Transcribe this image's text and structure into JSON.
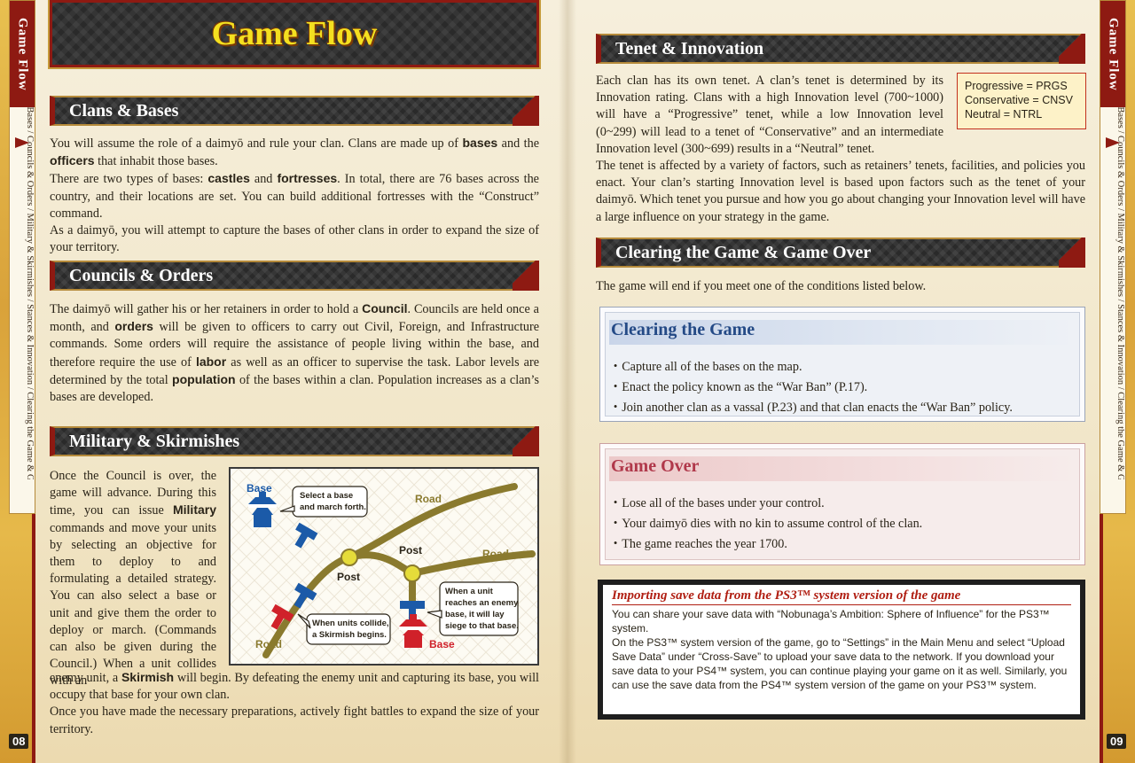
{
  "side_tab": {
    "title": "Game Flow",
    "subtitle": "Clans & Bases / Councils & Orders / Military & Skirmishes / Stances & Innovation / Clearing the Game & Game Over"
  },
  "page_numbers": {
    "left": "08",
    "right": "09"
  },
  "title": "Game Flow",
  "clans": {
    "header": "Clans & Bases",
    "p1_a": "You will assume the role of a daimyō and rule your clan. Clans are made up of ",
    "kw_bases": "bases",
    "p1_b": " and the ",
    "kw_officers": "officers",
    "p1_c": " that inhabit those bases.",
    "p2_a": "There are two types of bases: ",
    "kw_castles": "castles",
    "p2_b": " and ",
    "kw_fortresses": "fortresses",
    "p2_c": ". In total, there are 76 bases across the country, and their locations are set. You can build additional fortresses with the “Construct” command.",
    "p3": "As a daimyō, you will attempt to capture the bases of other clans in order to expand the size of your territory."
  },
  "councils": {
    "header": "Councils & Orders",
    "a": "The daimyō will gather his or her retainers in order to hold a ",
    "kw_council": "Council",
    "b": ". Councils are held once a month, and ",
    "kw_orders": "orders",
    "c": " will be given to officers to carry out Civil, Foreign, and Infrastructure commands. Some orders will require the assistance of people living within the base, and therefore require the use of ",
    "kw_labor": "labor",
    "d": " as well as an officer to supervise the task. Labor levels are determined by the total ",
    "kw_population": "population",
    "e": " of the bases within a clan. Population increases as a clan’s bases are developed."
  },
  "military": {
    "header": "Military & Skirmishes",
    "a": "Once the Council is over, the game will advance. During this time, you can issue ",
    "kw_military": "Military",
    "b": " commands and move your units by selecting an objective for them to deploy to and formulating a detailed strategy. You can also select a base or unit and give them the order to deploy or march. (Commands can also be given during the Council.) When a unit collides with an",
    "c": "enemy unit, a ",
    "kw_skirmish": "Skirmish",
    "d": " will begin. By defeating the enemy unit and capturing its base, you will occupy that base for your own clan.",
    "e": "Once you have made the necessary preparations, actively fight battles to expand the size of your territory."
  },
  "diagram": {
    "base_top": "Base",
    "callout_select_1": "Select a base",
    "callout_select_2": "and march forth.",
    "road_top": "Road",
    "road_right": "Road",
    "road_bottom": "Road",
    "post_center": "Post",
    "post_right": "Post",
    "callout_enemy_1": "When a unit",
    "callout_enemy_2": "reaches an enemy",
    "callout_enemy_3": "base, it will lay",
    "callout_enemy_4": "siege to that base.",
    "callout_collide_1": "When units collide,",
    "callout_collide_2": "a Skirmish begins.",
    "base_bottom": "Base",
    "colors": {
      "blue": "#1b5aa8",
      "red": "#d0212a",
      "road": "#8a7a2e",
      "post": "#e5dc3a"
    }
  },
  "tenet": {
    "header": "Tenet & Innovation",
    "p1": "Each clan has its own tenet. A clan’s tenet is determined by its Innovation rating. Clans with a high Innovation level (700~1000) will have a “Progressive” tenet, while a low Innovation level (0~299) will lead to a tenet of “Conservative” and an intermediate Innovation level (300~699) results in a “Neutral” tenet.",
    "p2": "The tenet is affected by a variety of factors, such as retainers’ tenets, facilities, and policies you enact. Your clan’s starting Innovation level is based upon factors such as the tenet of your daimyō. Which tenet you pursue and how you go about changing your Innovation level will have a large influence on your strategy in the game.",
    "box": [
      "Progressive = PRGS",
      "Conservative = CNSV",
      "Neutral = NTRL"
    ]
  },
  "clearing": {
    "header": "Clearing the Game & Game Over",
    "intro": "The game will end if you meet one of the conditions listed below.",
    "clear_title": "Clearing the Game",
    "clear_items": [
      "Capture all of the bases on the map.",
      "Enact the policy known as the “War Ban” (P.17).",
      "Join another clan as a vassal (P.23) and that clan enacts the “War Ban” policy."
    ],
    "over_title": "Game Over",
    "over_items": [
      "Lose all of the bases under your control.",
      "Your daimyō dies with no kin to assume control of the clan.",
      "The game reaches the year 1700."
    ]
  },
  "ps3": {
    "title": "Importing save data from the PS3™ system version of the game",
    "p1": "You can share your save data with “Nobunaga’s Ambition: Sphere of Influence” for the PS3™ system.",
    "p2": "On the PS3™ system version of the game, go to “Settings” in the Main Menu and select “Upload Save Data” under “Cross-Save” to upload your save data to the network. If you download your save data to your PS4™ system, you can continue playing your game on it as well. Similarly, you can use the save data from the PS4™ system version of the game on your PS3™ system."
  }
}
